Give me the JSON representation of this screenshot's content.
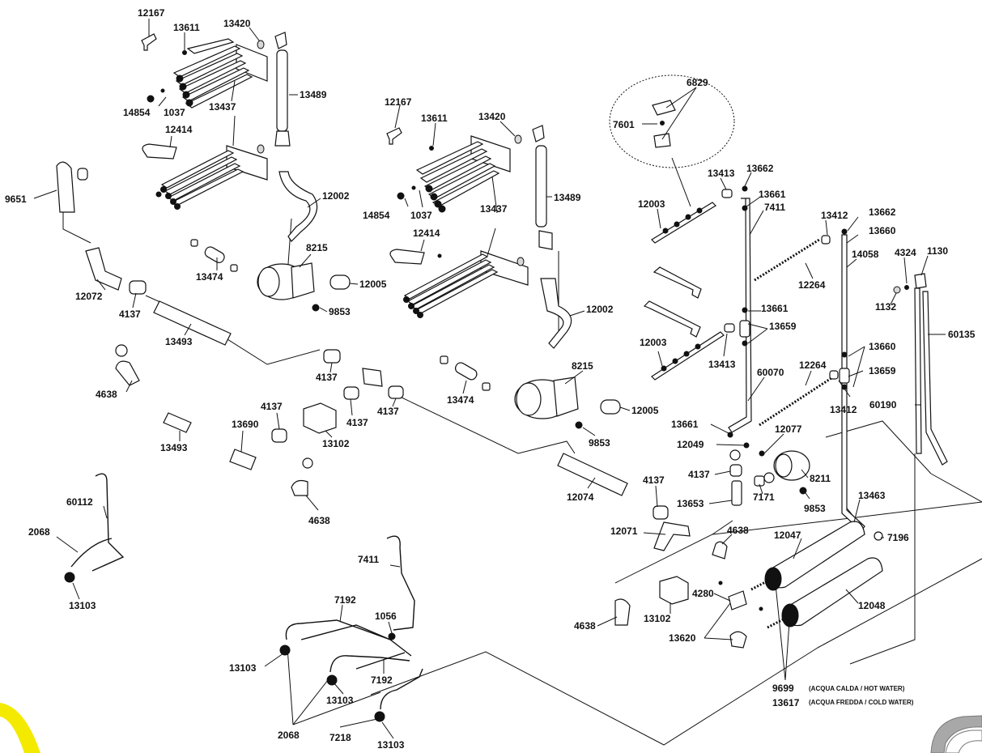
{
  "accent_colors": {
    "line": "#111111",
    "highlight": "#f4ea00",
    "logo": "#9a9a9a"
  },
  "labels": [
    {
      "id": "12167-a",
      "text": "12167"
    },
    {
      "id": "13611-a",
      "text": "13611"
    },
    {
      "id": "13420-a",
      "text": "13420"
    },
    {
      "id": "13489-a",
      "text": "13489"
    },
    {
      "id": "14854-a",
      "text": "14854"
    },
    {
      "id": "1037-a",
      "text": "1037"
    },
    {
      "id": "13437-a",
      "text": "13437"
    },
    {
      "id": "12414-a",
      "text": "12414"
    },
    {
      "id": "12002-a",
      "text": "12002"
    },
    {
      "id": "9651",
      "text": "9651"
    },
    {
      "id": "8215-a",
      "text": "8215"
    },
    {
      "id": "13474-a",
      "text": "13474"
    },
    {
      "id": "12005-a",
      "text": "12005"
    },
    {
      "id": "12072",
      "text": "12072"
    },
    {
      "id": "4137-a",
      "text": "4137"
    },
    {
      "id": "9853-a",
      "text": "9853"
    },
    {
      "id": "13493-a",
      "text": "13493"
    },
    {
      "id": "4137-b",
      "text": "4137"
    },
    {
      "id": "4638-a",
      "text": "4638"
    },
    {
      "id": "13493-b",
      "text": "13493"
    },
    {
      "id": "4137-c",
      "text": "4137"
    },
    {
      "id": "13690",
      "text": "13690"
    },
    {
      "id": "13102-a",
      "text": "13102"
    },
    {
      "id": "4137-d",
      "text": "4137"
    },
    {
      "id": "4137-e",
      "text": "4137"
    },
    {
      "id": "4638-b",
      "text": "4638"
    },
    {
      "id": "60112",
      "text": "60112"
    },
    {
      "id": "2068-a",
      "text": "2068"
    },
    {
      "id": "13103-a",
      "text": "13103"
    },
    {
      "id": "12167-b",
      "text": "12167"
    },
    {
      "id": "13611-b",
      "text": "13611"
    },
    {
      "id": "13420-b",
      "text": "13420"
    },
    {
      "id": "13489-b",
      "text": "13489"
    },
    {
      "id": "14854-b",
      "text": "14854"
    },
    {
      "id": "1037-b",
      "text": "1037"
    },
    {
      "id": "13437-b",
      "text": "13437"
    },
    {
      "id": "12414-b",
      "text": "12414"
    },
    {
      "id": "12002-b",
      "text": "12002"
    },
    {
      "id": "13474-b",
      "text": "13474"
    },
    {
      "id": "8215-b",
      "text": "8215"
    },
    {
      "id": "12005-b",
      "text": "12005"
    },
    {
      "id": "9853-b",
      "text": "9853"
    },
    {
      "id": "12074",
      "text": "12074"
    },
    {
      "id": "4137-f",
      "text": "4137"
    },
    {
      "id": "12071",
      "text": "12071"
    },
    {
      "id": "4638-c",
      "text": "4638"
    },
    {
      "id": "4638-d",
      "text": "4638"
    },
    {
      "id": "13102-b",
      "text": "13102"
    },
    {
      "id": "7411-a",
      "text": "7411"
    },
    {
      "id": "7192-a",
      "text": "7192"
    },
    {
      "id": "1056",
      "text": "1056"
    },
    {
      "id": "13103-b",
      "text": "13103"
    },
    {
      "id": "7192-b",
      "text": "7192"
    },
    {
      "id": "13103-c",
      "text": "13103"
    },
    {
      "id": "2068-b",
      "text": "2068"
    },
    {
      "id": "7218",
      "text": "7218"
    },
    {
      "id": "13103-d",
      "text": "13103"
    },
    {
      "id": "6829",
      "text": "6829"
    },
    {
      "id": "7601",
      "text": "7601"
    },
    {
      "id": "13413-a",
      "text": "13413"
    },
    {
      "id": "13662-a",
      "text": "13662"
    },
    {
      "id": "13661-a",
      "text": "13661"
    },
    {
      "id": "12003-a",
      "text": "12003"
    },
    {
      "id": "7411-b",
      "text": "7411"
    },
    {
      "id": "13412-a",
      "text": "13412"
    },
    {
      "id": "13662-b",
      "text": "13662"
    },
    {
      "id": "13660-a",
      "text": "13660"
    },
    {
      "id": "12264-a",
      "text": "12264"
    },
    {
      "id": "14058",
      "text": "14058"
    },
    {
      "id": "4324",
      "text": "4324"
    },
    {
      "id": "1130",
      "text": "1130"
    },
    {
      "id": "1132",
      "text": "1132"
    },
    {
      "id": "13661-b",
      "text": "13661"
    },
    {
      "id": "13659-a",
      "text": "13659"
    },
    {
      "id": "60135",
      "text": "60135"
    },
    {
      "id": "12003-b",
      "text": "12003"
    },
    {
      "id": "13413-b",
      "text": "13413"
    },
    {
      "id": "60070",
      "text": "60070"
    },
    {
      "id": "12264-b",
      "text": "12264"
    },
    {
      "id": "13660-b",
      "text": "13660"
    },
    {
      "id": "13659-b",
      "text": "13659"
    },
    {
      "id": "13412-b",
      "text": "13412"
    },
    {
      "id": "60190",
      "text": "60190"
    },
    {
      "id": "13661-c",
      "text": "13661"
    },
    {
      "id": "12077",
      "text": "12077"
    },
    {
      "id": "12049",
      "text": "12049"
    },
    {
      "id": "4137-g",
      "text": "4137"
    },
    {
      "id": "8211",
      "text": "8211"
    },
    {
      "id": "13653",
      "text": "13653"
    },
    {
      "id": "7171",
      "text": "7171"
    },
    {
      "id": "9853-c",
      "text": "9853"
    },
    {
      "id": "13463",
      "text": "13463"
    },
    {
      "id": "12047",
      "text": "12047"
    },
    {
      "id": "7196",
      "text": "7196"
    },
    {
      "id": "4280",
      "text": "4280"
    },
    {
      "id": "12048",
      "text": "12048"
    },
    {
      "id": "13620",
      "text": "13620"
    },
    {
      "id": "9699",
      "text": "9699"
    },
    {
      "id": "13617",
      "text": "13617"
    }
  ],
  "notes": {
    "hot_water": "(ACQUA CALDA / HOT WATER)",
    "cold_water": "(ACQUA FREDDA / COLD WATER)"
  }
}
